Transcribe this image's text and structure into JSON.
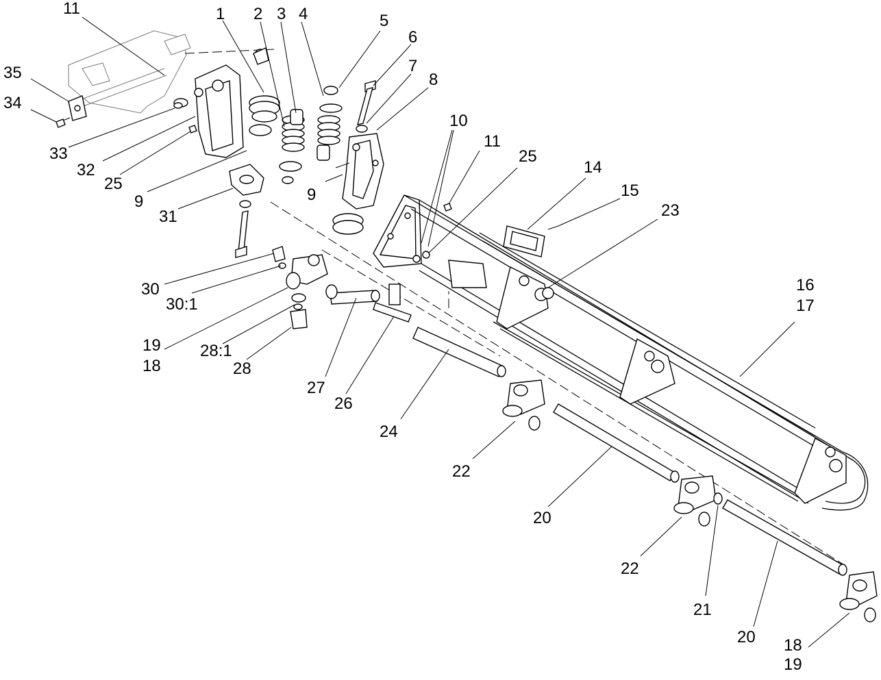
{
  "callouts": {
    "c1": "1",
    "c2": "2",
    "c3": "3",
    "c4": "4",
    "c5": "5",
    "c6": "6",
    "c7": "7",
    "c8": "8",
    "c10": "10",
    "c11a": "11",
    "c11b": "11",
    "c25a": "25",
    "c25b": "25",
    "c14": "14",
    "c15": "15",
    "c23": "23",
    "c16": "16",
    "c17": "17",
    "c35": "35",
    "c34": "34",
    "c33": "33",
    "c32": "32",
    "c9a": "9",
    "c9b": "9",
    "c31": "31",
    "c30": "30",
    "c30_1": "30:1",
    "c19a": "19",
    "c18a": "18",
    "c28_1": "28:1",
    "c28": "28",
    "c27": "27",
    "c26": "26",
    "c24": "24",
    "c22a": "22",
    "c22b": "22",
    "c20a": "20",
    "c20b": "20",
    "c21": "21",
    "c18b": "18",
    "c19b": "19"
  }
}
